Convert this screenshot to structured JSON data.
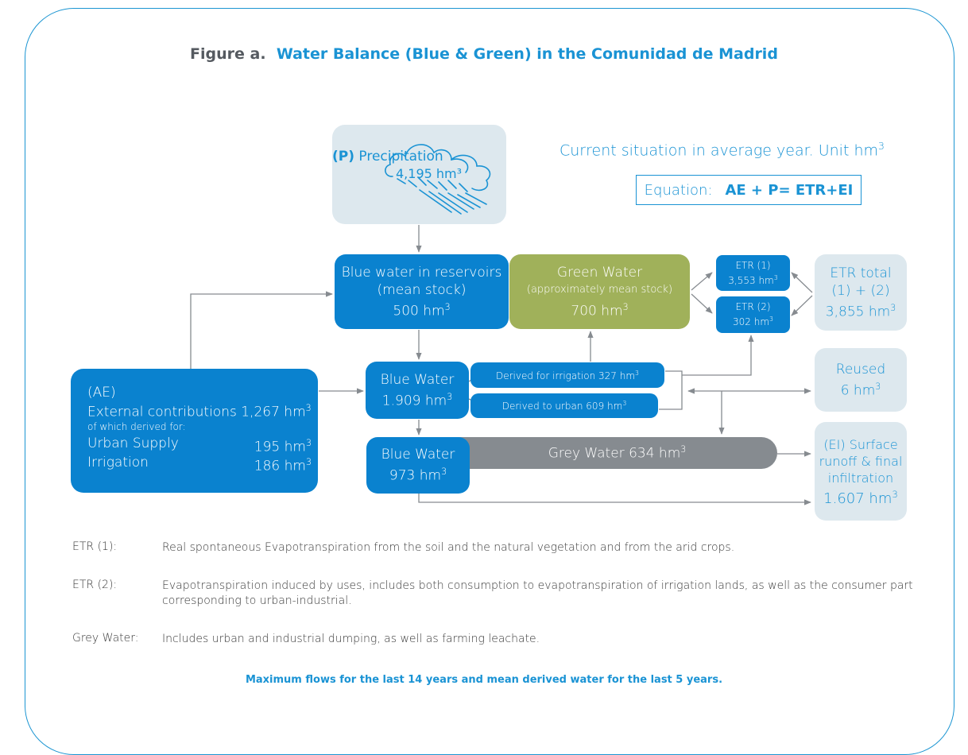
{
  "title": {
    "label": "Figure a.",
    "text": "Water Balance (Blue & Green) in the Comunidad de Madrid"
  },
  "precipitation": {
    "prefix": "(P)",
    "label": "Precipitation",
    "value": "4,195 hm³",
    "icon": "rain-cloud-icon"
  },
  "current_situation": {
    "text": "Current situation in average year. Unit hm",
    "sup": "3"
  },
  "equation": {
    "label": "Equation:",
    "formula": "AE + P= ETR+EI"
  },
  "reservoir": {
    "line1": "Blue water in reservoirs",
    "line2": "(mean stock)",
    "value": "500 hm",
    "sup": "3"
  },
  "green_water": {
    "line1": "Green Water",
    "line2": "(approximately mean stock)",
    "value": "700 hm",
    "sup": "3"
  },
  "etr1": {
    "label": "ETR (1)",
    "value": "3,553 hm",
    "sup": "3"
  },
  "etr2": {
    "label": "ETR (2)",
    "value": "302 hm",
    "sup": "3"
  },
  "etr_total": {
    "line1": "ETR total",
    "line2": "(1) + (2)",
    "value": "3,855 hm",
    "sup": "3"
  },
  "external": {
    "code": "(AE)",
    "line1": "External contributions 1,267 hm",
    "sup": "3",
    "sub": "of which derived for:",
    "rows": [
      {
        "label": "Urban Supply",
        "value": "195 hm",
        "sup": "3"
      },
      {
        "label": "Irrigation",
        "value": "186 hm",
        "sup": "3"
      }
    ]
  },
  "blue_water_1": {
    "label": "Blue Water",
    "value": "1.909 hm",
    "sup": "3"
  },
  "derived_irrigation": {
    "text": "Derived for irrigation 327 hm",
    "sup": "3"
  },
  "derived_urban": {
    "text": "Derived to urban 609 hm",
    "sup": "3"
  },
  "reused": {
    "label": "Reused",
    "value": "6 hm",
    "sup": "3"
  },
  "blue_water_2": {
    "label": "Blue Water",
    "value": "973 hm",
    "sup": "3"
  },
  "grey_water": {
    "text": "Grey Water 634 hm",
    "sup": "3"
  },
  "ei": {
    "line1": "(EI) Surface",
    "line2": "runoff & final",
    "line3": "infiltration",
    "value": "1.607 hm",
    "sup": "3"
  },
  "definitions": [
    {
      "term": "ETR (1):",
      "text": "Real spontaneous Evapotranspiration from the soil and the natural vegetation and from the arid crops."
    },
    {
      "term": "ETR (2):",
      "text": "Evapotranspiration induced by uses, includes both consumption to evapotranspiration of irrigation lands, as well as the consumer part corresponding to urban-industrial."
    },
    {
      "term": "Grey Water:",
      "text": "Includes urban and industrial dumping, as well as farming leachate."
    }
  ],
  "footnote": "Maximum flows for the last 14 years and mean derived water for the last 5 years.",
  "colors": {
    "blue": "#0a82cf",
    "green": "#a0b15a",
    "grey": "#868b90",
    "light": "#dde8ee",
    "accent": "#1a93d4"
  }
}
